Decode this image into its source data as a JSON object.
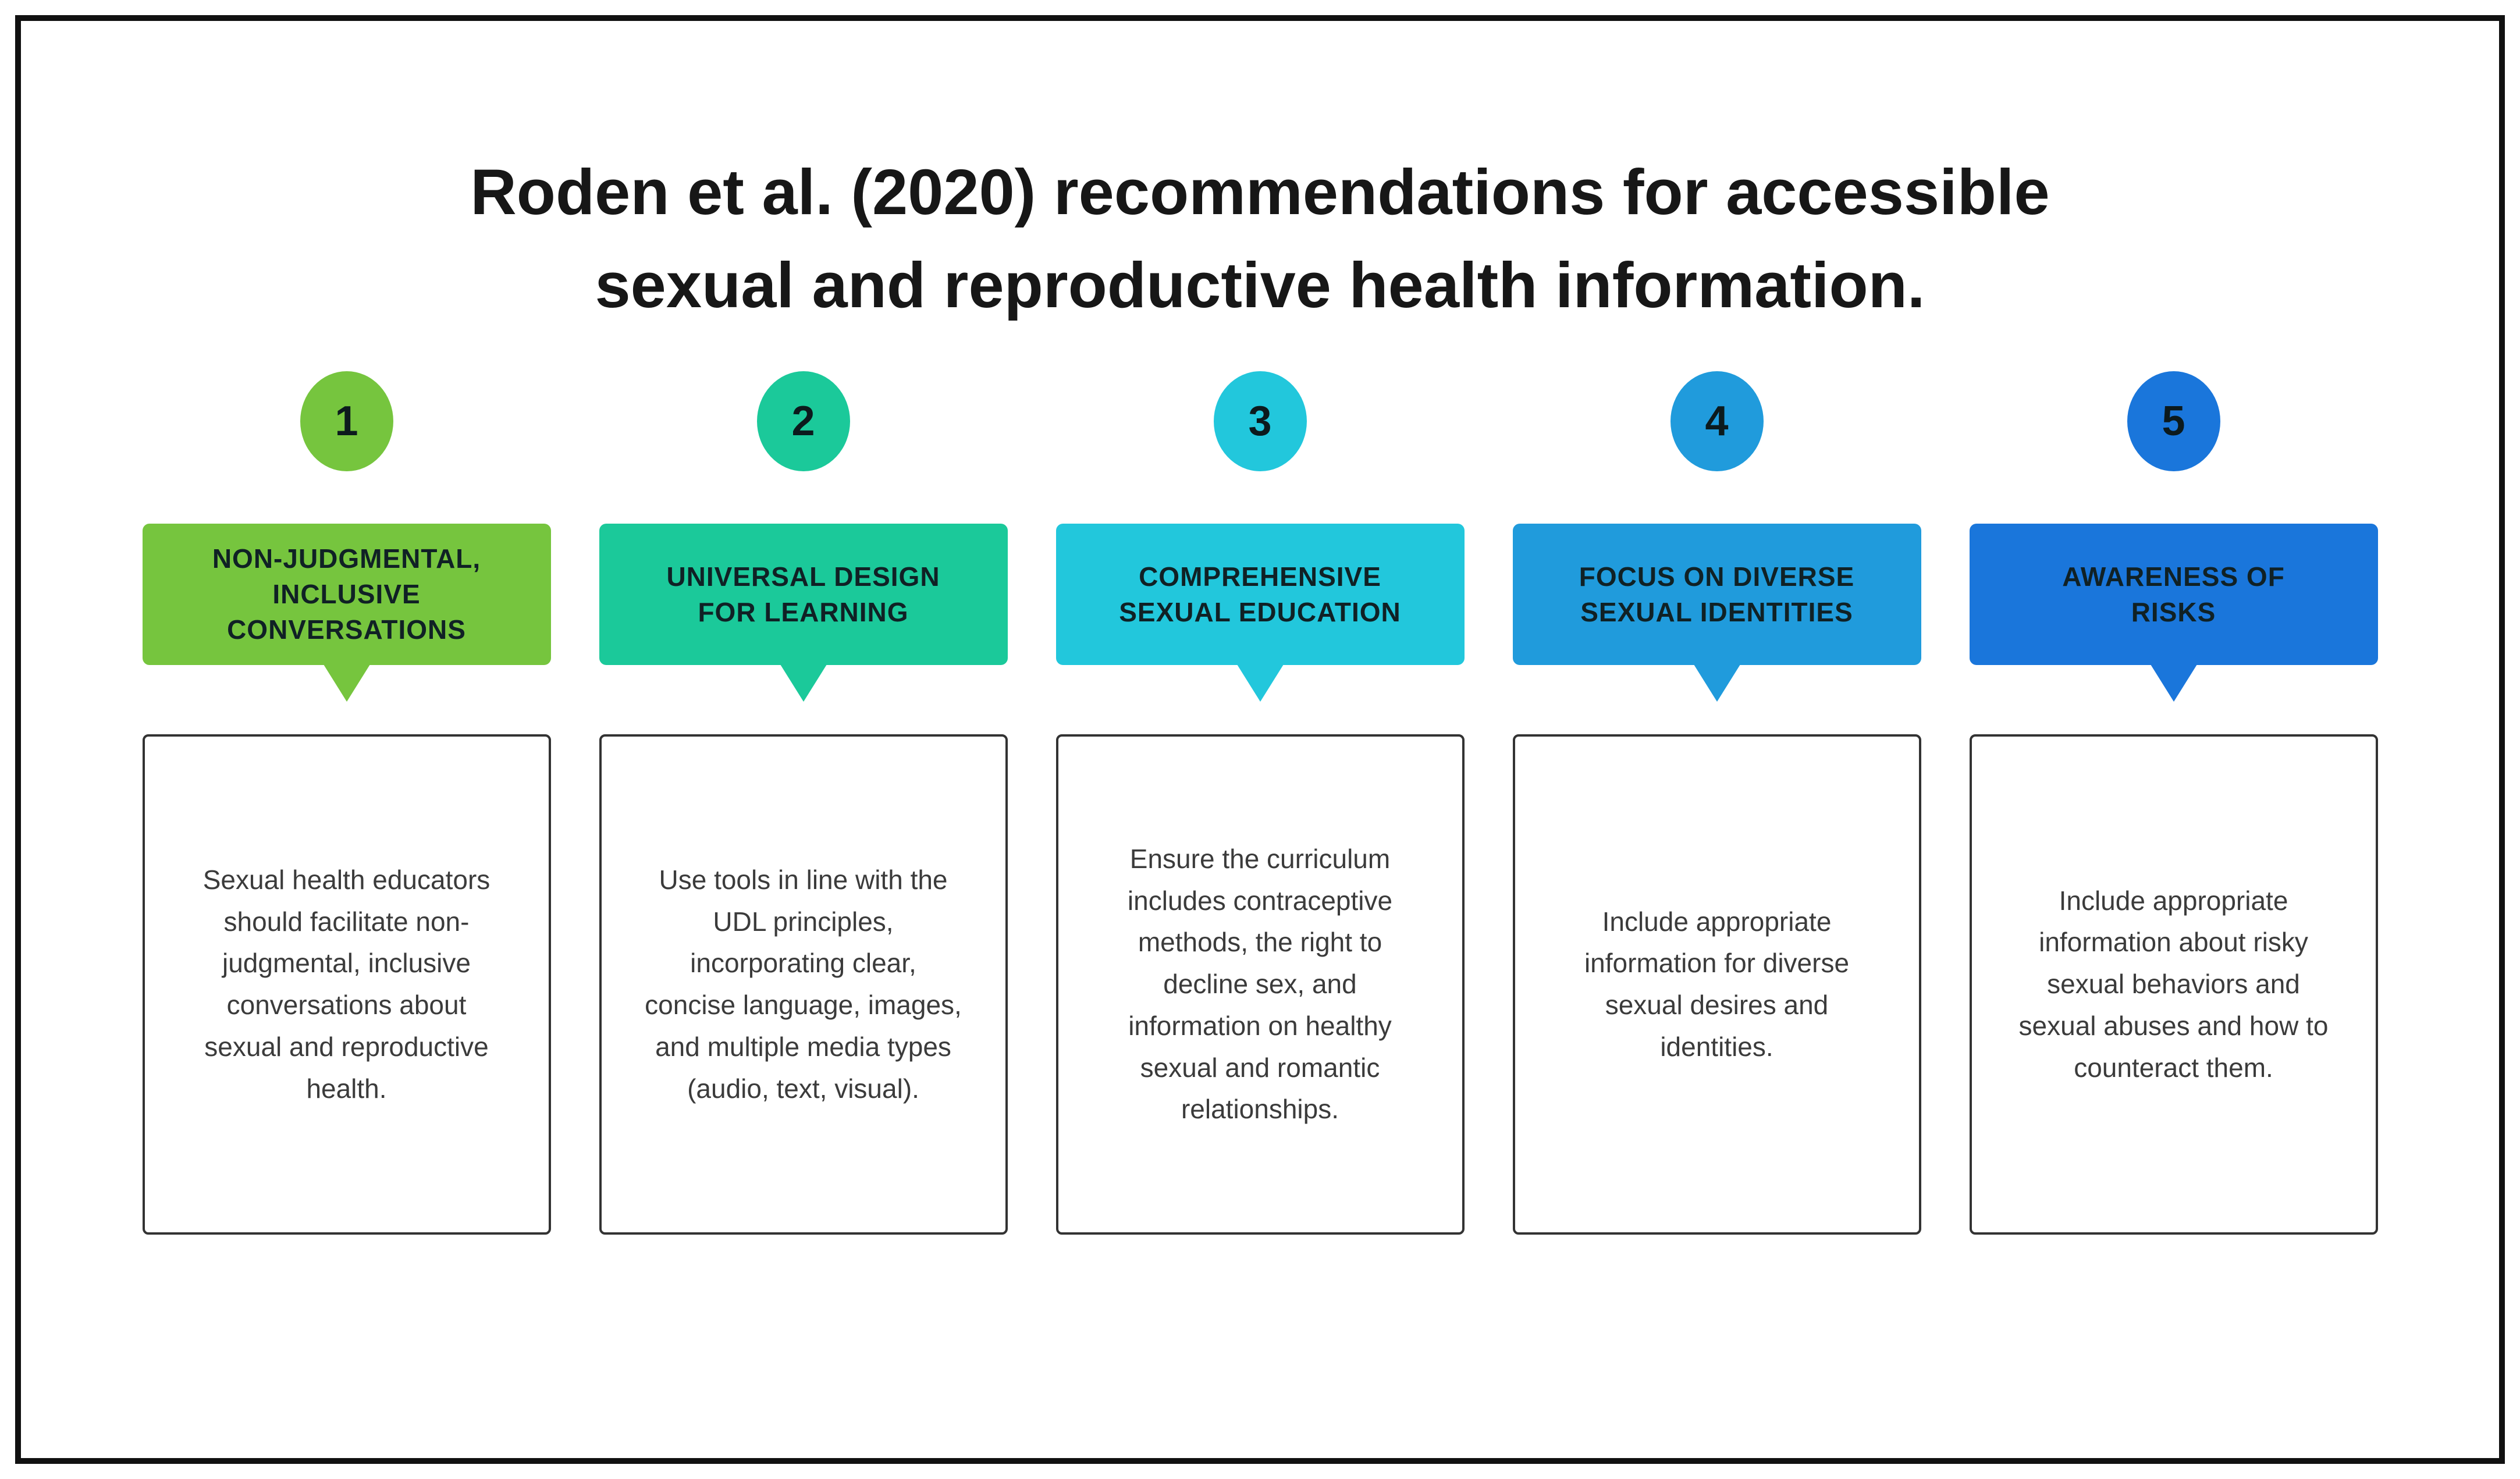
{
  "page": {
    "background": "#ffffff",
    "frame_border_color": "#111111"
  },
  "title": {
    "lines": [
      "Roden et al. (2020)  recommendations for accessible",
      "sexual and reproductive health information."
    ],
    "color": "#171717"
  },
  "text_colors": {
    "header_label": "#102125",
    "body_text": "#3b3b3b",
    "circle_number": "#0c1a1d"
  },
  "columns": [
    {
      "number": "1",
      "label": "NON-JUDGMENTAL,\nINCLUSIVE\nCONVERSATIONS",
      "body": "Sexual health educators should facilitate non-judgmental, inclusive conversations about sexual and reproductive health.",
      "color": "#76C53E"
    },
    {
      "number": "2",
      "label": "UNIVERSAL DESIGN\nFOR LEARNING",
      "body": "Use tools in line with the UDL principles, incorporating clear, concise language, images, and multiple media types (audio, text, visual).",
      "color": "#1BC99A"
    },
    {
      "number": "3",
      "label": "COMPREHENSIVE\nSEXUAL EDUCATION",
      "body": "Ensure the curriculum includes contraceptive methods, the right to decline sex, and information on healthy sexual and romantic relationships.",
      "color": "#22C7DC"
    },
    {
      "number": "4",
      "label": "FOCUS ON DIVERSE\nSEXUAL IDENTITIES",
      "body": "Include appropriate information for diverse sexual desires and identities.",
      "color": "#209BDC"
    },
    {
      "number": "5",
      "label": "AWARENESS OF\nRISKS",
      "body": "Include appropriate information about risky sexual behaviors and sexual abuses and how to counteract them.",
      "color": "#1A76DB"
    }
  ]
}
